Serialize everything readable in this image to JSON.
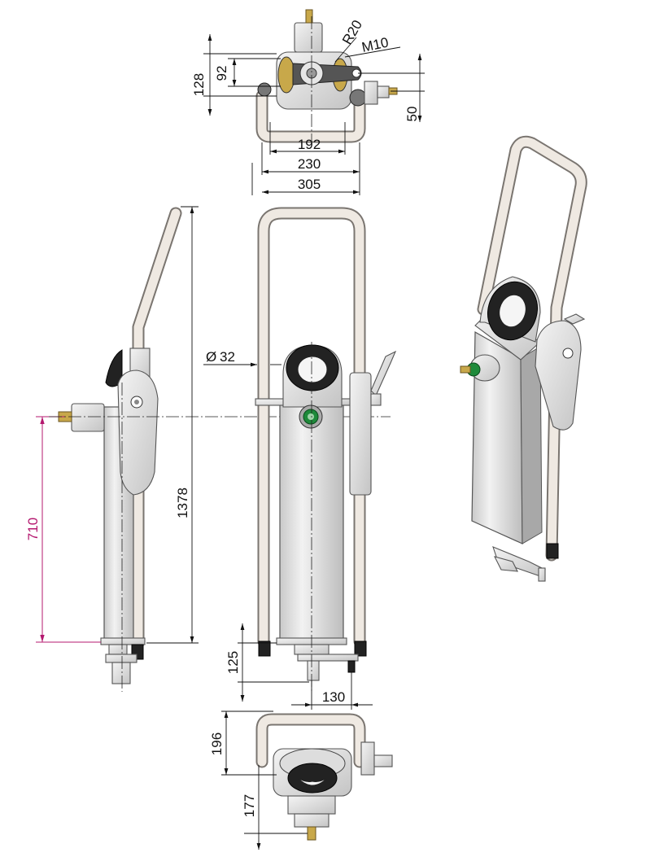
{
  "dimensions": {
    "top_view": {
      "height_outer": "128",
      "height_inner": "92",
      "radius": "R20",
      "thread": "M10",
      "offset_right": "50",
      "width_192": "192",
      "width_230": "230",
      "width_305": "305"
    },
    "front_view": {
      "tube_diameter": "32",
      "diameter_symbol": "Ø",
      "total_height": "1378",
      "foot_height": "125",
      "foot_offset": "130"
    },
    "side_view": {
      "inlet_height": "710"
    },
    "bottom_view": {
      "depth_196": "196",
      "depth_177": "177"
    }
  },
  "colors": {
    "frame_tube": "#efe9e2",
    "housing": "#e3e3e3",
    "highlight_dimension": "#b4186f",
    "fitting_brass": "#c8a84a",
    "port_green": "#1e8a3a"
  },
  "icons": {
    "handle_ring": "oval-grip-icon",
    "inlet_fitting": "brass-fitting-icon",
    "outlet_port": "green-port-icon",
    "lever": "lever-icon"
  }
}
